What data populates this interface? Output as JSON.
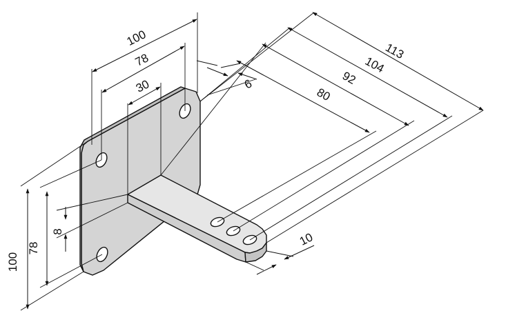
{
  "dimensions": {
    "plate_width": "100",
    "hole_spacing_horizontal": "78",
    "arm_width": "30",
    "plate_thickness": "6",
    "arm_to_hole_1": "80",
    "arm_to_hole_2": "92",
    "arm_to_hole_3": "104",
    "arm_length": "113",
    "plate_height": "100",
    "hole_spacing_vertical": "78",
    "arm_thickness": "8",
    "arm_end_hole_offset": "10"
  },
  "colors": {
    "part_fill": "#d4d4d4",
    "part_fill_light": "#e6e6e6",
    "line": "#111111"
  }
}
